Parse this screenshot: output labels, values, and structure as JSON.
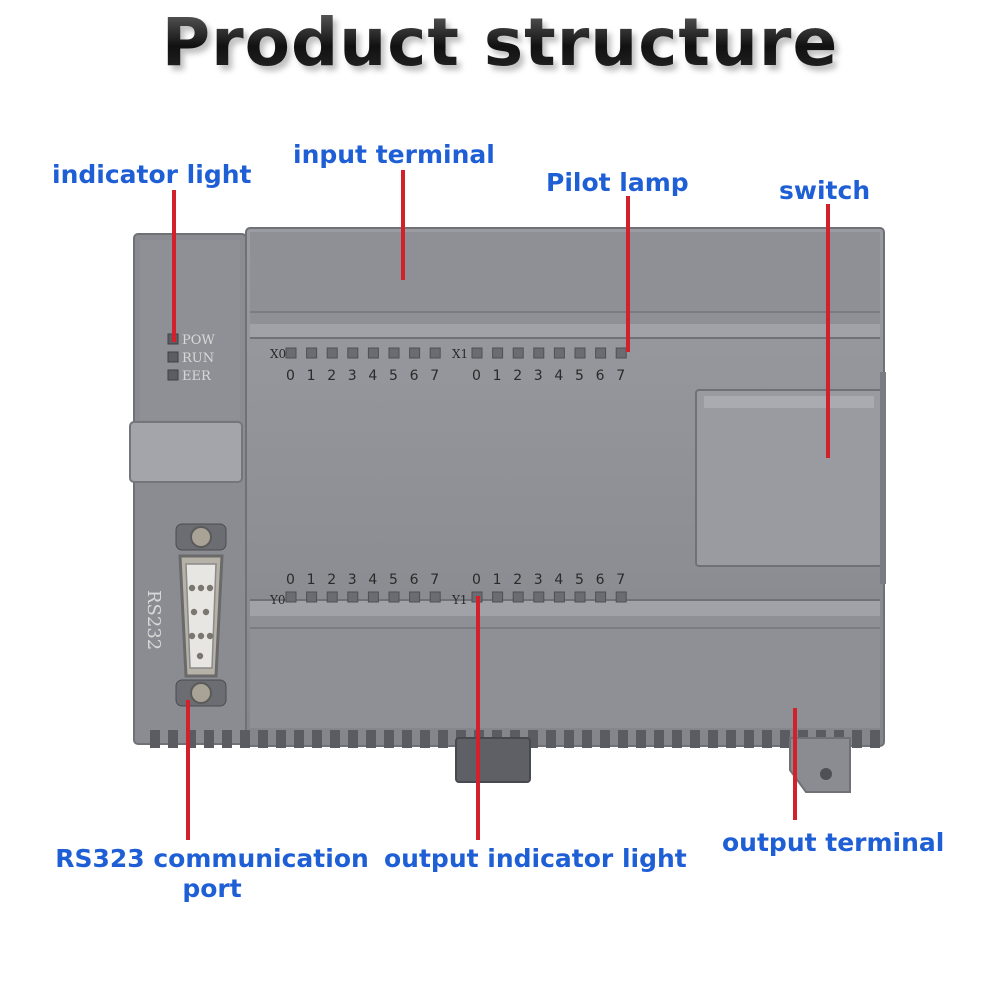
{
  "title": "Product structure",
  "callouts": {
    "indicator_light": "indicator light",
    "input_terminal": "input terminal",
    "pilot_lamp": "Pilot lamp",
    "switch": "switch",
    "rs_port_line1": "RS323 communication",
    "rs_port_line2": "port",
    "output_indicator": "output indicator light",
    "output_terminal": "output terminal"
  },
  "device": {
    "status_leds": [
      "POW",
      "RUN",
      "EER"
    ],
    "port_label": "RS232",
    "input_groups": [
      "X0",
      "X1"
    ],
    "output_groups": [
      "Y0",
      "Y1"
    ],
    "channel_digits": [
      "0",
      "1",
      "2",
      "3",
      "4",
      "5",
      "6",
      "7"
    ]
  },
  "colors": {
    "callout_text": "#1f5fd6",
    "leader_line": "#d3212b",
    "body_gray": "#8b8d93"
  }
}
